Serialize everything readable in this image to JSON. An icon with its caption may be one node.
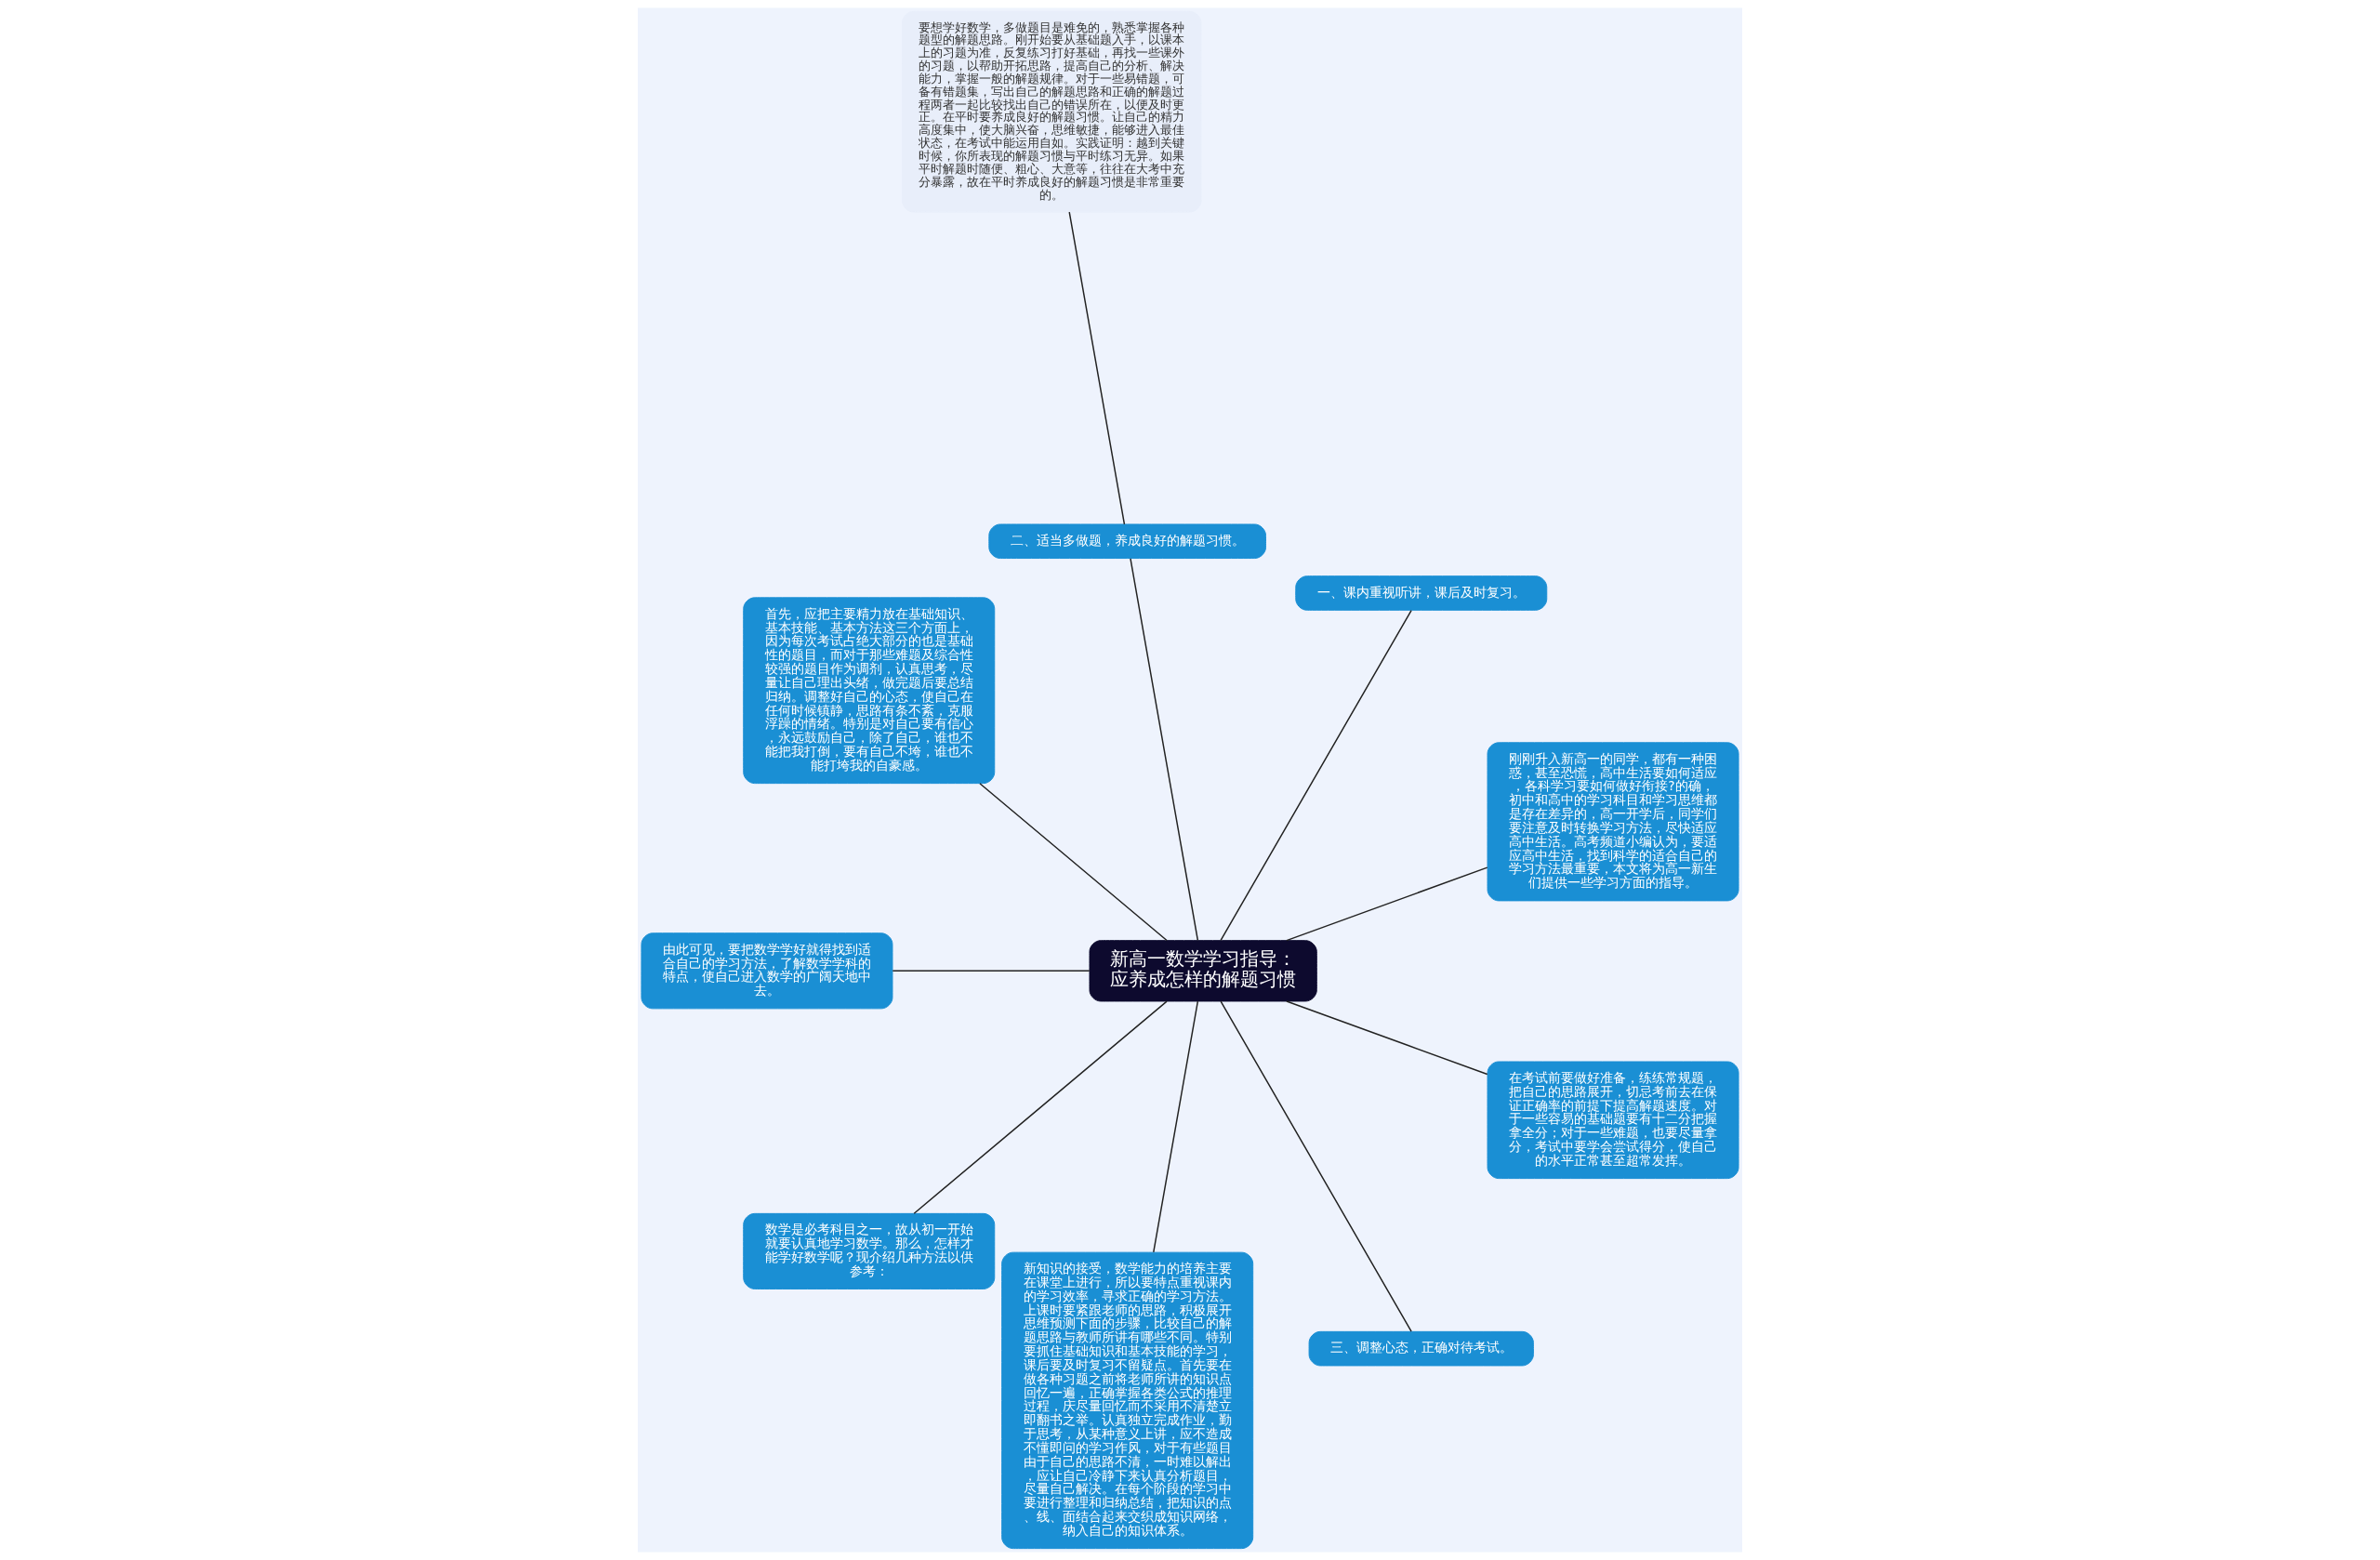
{
  "diagram": {
    "nodes": [
      {
        "text": [
          "新高一数学学习指导：应养成怎样的解题习惯"
        ]
      },
      {
        "text": [
          "刚刚升入新高一的同学，都有一种困惑，甚至恐慌，高中生活要如何适应，各科学习要如何做好衔接?的确，初中和高中的学习科目和学习思维都是存在差异的，高一开学后，同学们要注意及时转换学习方法，尽快适应高中生活。高考频道小编认为，要适应高中生活，找到科学的适合自己的学习方法最重要，本文将为高一新生们提供一些学习方面的指导。"
        ]
      },
      {
        "text": [
          "一、课内重视听讲，课后及时复习。"
        ]
      },
      {
        "text": [
          "二、适当多做题，养成良好的解题习惯。"
        ]
      },
      {
        "text": [
          "要想学好数学，多做题目是难免的，熟悉掌握各种题型的解题思路。刚开始要从基础题入手，以课本上的习题为准，反复练习打好基础，再找一些课外的习题，以帮助开拓思路，提高自己的分析、解决能力，掌握一般的解题规律。对于一些易错题，可备有错题集，写出自己的解题思路和正确的解题过程两者一起比较找出自己的错误所在，以便及时更正。在平时要养成良好的解题习惯。让自己的精力高度集中，使大脑兴奋，思维敏捷，能够进入最佳状态，在考试中能运用自如。实践证明：越到关键时候，你所表现的解题习惯与平时练习无异。如果平时解题时随便、粗心、大意等，往往在大考中充分暴露，故在平时养成良好的解题习惯是非常重要的。"
        ]
      },
      {
        "text": [
          "首先，应把主要精力放在基础知识、基本技能、基本方法这三个方面上，因为每次考试占绝大部分的也是基础性的题目，而对于那些难题及综合性较强的题目作为调剂，认真思考，尽量让自己理出头绪，做完题后要总结归纳。调整好自己的心态，使自己在任何时候镇静，思路有条不紊，克服浮躁的情绪。特别是对自己要有信心，永远鼓励自己，除了自己，谁也不能把我打倒，要有自己不垮，谁也不能打垮我的自豪感。"
        ]
      },
      {
        "text": [
          "由此可见，要把数学学好就得找到适合自己的学习方法，了解数学学科的特点，使自己进入数学的广阔天地中去。"
        ]
      },
      {
        "text": [
          "数学是必考科目之一，故从初一开始就要认真地学习数学。那么，怎样才能学好数学呢？现介绍几种方法以供参考："
        ]
      },
      {
        "text": [
          "新知识的接受，数学能力的培养主要在课堂上进行，所以要特点重视课内的学习效率，寻求正确的学习方法。上课时要紧跟老师的思路，积极展开思维预测下面的步骤，比较自己的解题思路与教师所讲有哪些不同。特别要抓住基础知识和基本技能的学习，课后要及时复习不留疑点。首先要在做各种习题之前将老师所讲的知识点回忆一遍，正确掌握各类公式的推理过程，庆尽量回忆而不采用不清楚立即翻书之举。认真独立完成作业，勤于思考，从某种意义上讲，应不造成不懂即问的学习作风，对于有些题目由于自己的思路不清，一时难以解出，应让自己冷静下来认真分析题目，尽量自己解决。在每个阶段的学习中要进行整理和归纳总结，把知识的点、线、面结合起来交织成知识网络，纳入自己的知识体系。"
        ]
      },
      {
        "text": [
          "三、调整心态，正确对待考试。"
        ]
      },
      {
        "text": [
          "在考试前要做好准备，练练常规题，把自己的思路展开，切忌考前去在保证正确率的前提下提高解题速度。对于一些容易的基础题要有十二分把握拿全分；对于一些难题，也要尽量拿分，考试中要学会尝试得分，使自己的水平正常甚至超常发挥。"
        ]
      }
    ],
    "edges": [
      {
        "from": 0,
        "to": 1,
        "arrow": "none"
      },
      {
        "from": 0,
        "to": 2,
        "arrow": "none"
      },
      {
        "from": 0,
        "to": 3,
        "arrow": "none"
      },
      {
        "from": 3,
        "to": 4,
        "arrow": "none"
      },
      {
        "from": 0,
        "to": 5,
        "arrow": "none"
      },
      {
        "from": 0,
        "to": 6,
        "arrow": "none"
      },
      {
        "from": 0,
        "to": 7,
        "arrow": "none"
      },
      {
        "from": 0,
        "to": 8,
        "arrow": "none"
      },
      {
        "from": 0,
        "to": 9,
        "arrow": "none"
      },
      {
        "from": 0,
        "to": 10,
        "arrow": "none"
      }
    ]
  }
}
